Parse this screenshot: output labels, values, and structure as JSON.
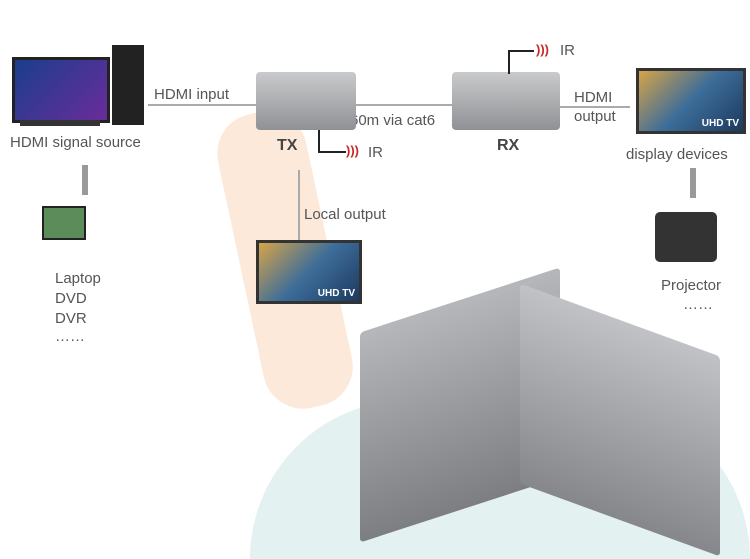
{
  "labels": {
    "hdmi_input": "HDMI input",
    "source": "HDMI signal source",
    "tx": "TX",
    "rx": "RX",
    "ir_tx": "IR",
    "ir_rx": "IR",
    "cable": "60m via cat6",
    "hdmi_output": "HDMI\noutput",
    "display": "display devices",
    "local_output": "Local output",
    "sources_list": [
      "Laptop",
      "DVD",
      "DVR",
      "……"
    ],
    "projector": "Projector",
    "projector_more": "……",
    "uhd_tv": "UHD TV"
  },
  "colors": {
    "line": "#aaaaaa",
    "ir": "#c62828",
    "device": "#a9abae"
  }
}
